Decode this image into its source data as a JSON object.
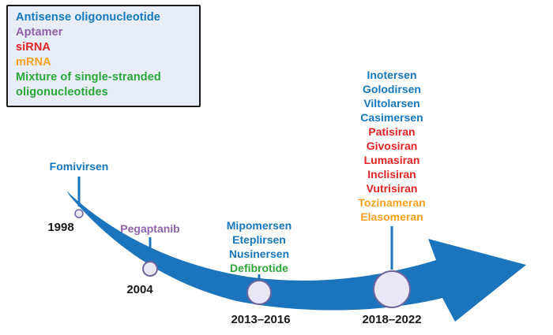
{
  "legend": {
    "background": "#e7eefa",
    "border_color": "#1a1a1a",
    "items": [
      {
        "label": "Antisense oligonucleotide",
        "color": "#1577be"
      },
      {
        "label": "Aptamer",
        "color": "#9161ae"
      },
      {
        "label": "siRNA",
        "color": "#e52322"
      },
      {
        "label": "mRNA",
        "color": "#f8a01d"
      },
      {
        "label": "Mixture of single-stranded oligonucleotides",
        "color": "#2ba637"
      }
    ]
  },
  "arrow": {
    "color": "#1b74bc"
  },
  "node_style": {
    "fill": "#e9e8f6",
    "stroke": "#70669f"
  },
  "timeline": {
    "milestones": [
      {
        "year": "1998",
        "drugs": [
          {
            "name": "Fomivirsen",
            "color": "#1577be"
          }
        ]
      },
      {
        "year": "2004",
        "drugs": [
          {
            "name": "Pegaptanib",
            "color": "#9161ae"
          }
        ]
      },
      {
        "year": "2013–2016",
        "drugs": [
          {
            "name": "Mipomersen",
            "color": "#1577be"
          },
          {
            "name": "Eteplirsen",
            "color": "#1577be"
          },
          {
            "name": "Nusinersen",
            "color": "#1577be"
          },
          {
            "name": "Defibrotide",
            "color": "#2ba637"
          }
        ]
      },
      {
        "year": "2018–2022",
        "drugs": [
          {
            "name": "Inotersen",
            "color": "#1577be"
          },
          {
            "name": "Golodirsen",
            "color": "#1577be"
          },
          {
            "name": "Viltolarsen",
            "color": "#1577be"
          },
          {
            "name": "Casimersen",
            "color": "#1577be"
          },
          {
            "name": "Patisiran",
            "color": "#e52322"
          },
          {
            "name": "Givosiran",
            "color": "#e52322"
          },
          {
            "name": "Lumasiran",
            "color": "#e52322"
          },
          {
            "name": "Inclisiran",
            "color": "#e52322"
          },
          {
            "name": "Vutrisiran",
            "color": "#e52322"
          },
          {
            "name": "Tozinameran",
            "color": "#f8a01d"
          },
          {
            "name": "Elasomeran",
            "color": "#f8a01d"
          }
        ]
      }
    ]
  }
}
